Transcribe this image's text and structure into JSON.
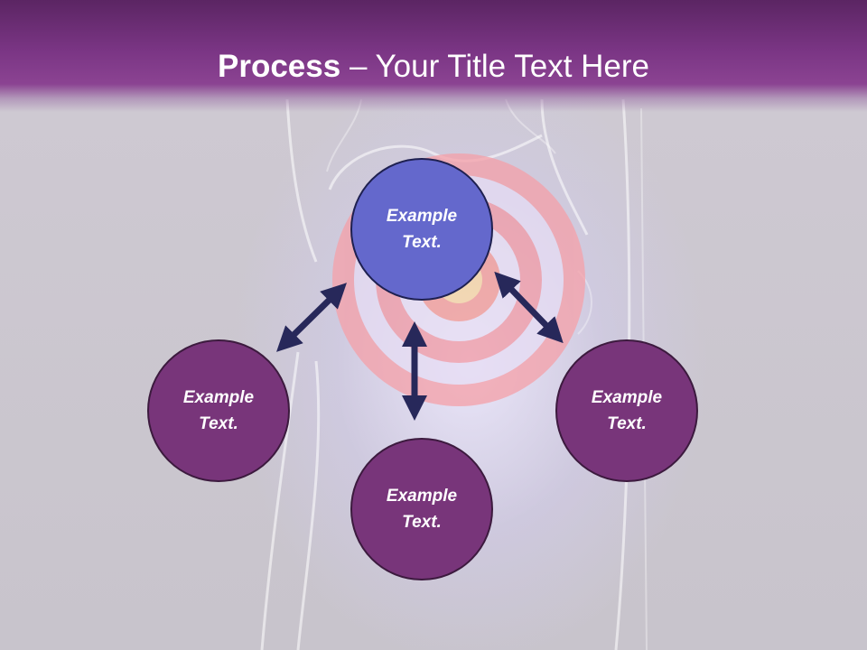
{
  "title": {
    "bold": "Process",
    "separator": " – ",
    "rest": "Your Title Text Here"
  },
  "nodes": {
    "top": "Example Text.",
    "left": "Example Text.",
    "bottom": "Example Text.",
    "right": "Example Text."
  },
  "colors": {
    "header": "#7a3584",
    "node_top": "#6468cc",
    "node_purple": "#78357a",
    "arrow": "#27285a",
    "target_red": "#f08a96"
  },
  "icons": {
    "arrow": "double-headed-arrow",
    "background": "knee-joint-xray"
  }
}
